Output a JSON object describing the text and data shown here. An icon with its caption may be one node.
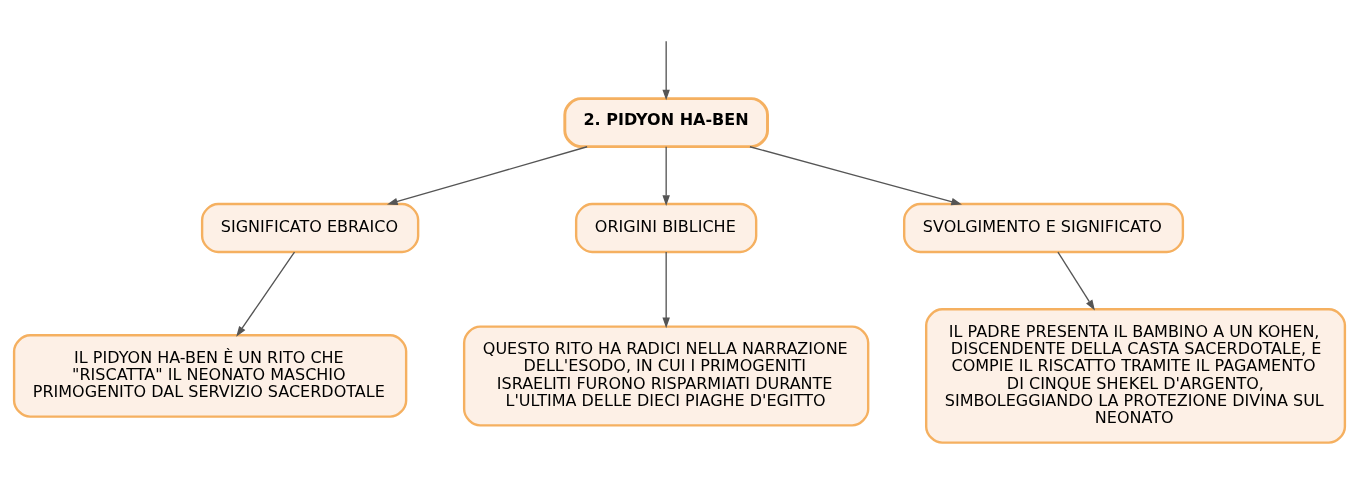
{
  "diagram": {
    "nodes": [
      {
        "text": [
          "2. PIDYON HA-BEN"
        ]
      },
      {
        "text": [
          "SIGNIFICATO EBRAICO"
        ]
      },
      {
        "text": [
          "ORIGINI BIBLICHE"
        ]
      },
      {
        "text": [
          "SVOLGIMENTO E SIGNIFICATO"
        ]
      },
      {
        "text": [
          "IL PIDYON HA-BEN È UN RITO CHE \"RISCATTA\" IL NEONATO MASCHIO PRIMOGENITO DAL SERVIZIO SACERDOTALE"
        ]
      },
      {
        "text": [
          "QUESTO RITO HA RADICI NELLA NARRAZIONE DELL'ESODO, IN CUI I PRIMOGENITI ISRAELITI FURONO RISPARMIATI DURANTE L'ULTIMA DELLE DIECI PIAGHE D'EGITTO"
        ]
      },
      {
        "text": [
          "IL PADRE PRESENTA IL BAMBINO A UN KOHEN, DISCENDENTE DELLA CASTA SACERDOTALE, E COMPIE IL RISCATTO TRAMITE IL PAGAMENTO DI CINQUE SHEKEL D'ARGENTO, SIMBOLEGGIANDO LA PROTEZIONE DIVINA SUL NEONATO"
        ]
      }
    ],
    "edges": [
      {
        "from": null,
        "to": 0,
        "arrow": "to"
      },
      {
        "from": 0,
        "to": 1,
        "arrow": "to"
      },
      {
        "from": 0,
        "to": 2,
        "arrow": "to"
      },
      {
        "from": 0,
        "to": 3,
        "arrow": "to"
      },
      {
        "from": 1,
        "to": 4,
        "arrow": "to"
      },
      {
        "from": 2,
        "to": 5,
        "arrow": "to"
      },
      {
        "from": 3,
        "to": 6,
        "arrow": "to"
      }
    ]
  }
}
